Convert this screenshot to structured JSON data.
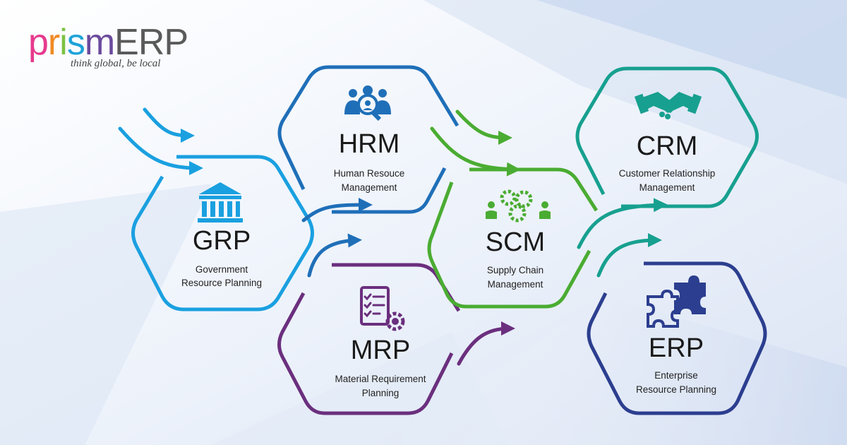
{
  "logo": {
    "letters": [
      "p",
      "r",
      "i",
      "s",
      "m"
    ],
    "suffix": "ERP",
    "tagline": "think global, be local"
  },
  "nodes": {
    "grp": {
      "title": "GRP",
      "line1": "Government",
      "line2": "Resource Planning",
      "color": "#1aa0e0",
      "icon": "government-building-icon"
    },
    "hrm": {
      "title": "HRM",
      "line1": "Human Resouce",
      "line2": "Management",
      "color": "#1f6fb8",
      "icon": "people-search-icon"
    },
    "mrp": {
      "title": "MRP",
      "line1": "Material Requirement",
      "line2": "Planning",
      "color": "#6b2f7e",
      "icon": "checklist-gear-icon"
    },
    "scm": {
      "title": "SCM",
      "line1": "Supply Chain",
      "line2": "Management",
      "color": "#4aac32",
      "icon": "gears-people-icon"
    },
    "crm": {
      "title": "CRM",
      "line1": "Customer Relationship",
      "line2": "Management",
      "color": "#17a08f",
      "icon": "handshake-icon"
    },
    "erp": {
      "title": "ERP",
      "line1": "Enterprise",
      "line2": "Resource Planning",
      "color": "#2c3e8f",
      "icon": "puzzle-pieces-icon"
    }
  },
  "colors": {
    "accent_blue": "#1aa0e0",
    "accent_teal": "#17a08f",
    "accent_green": "#4aac32"
  }
}
